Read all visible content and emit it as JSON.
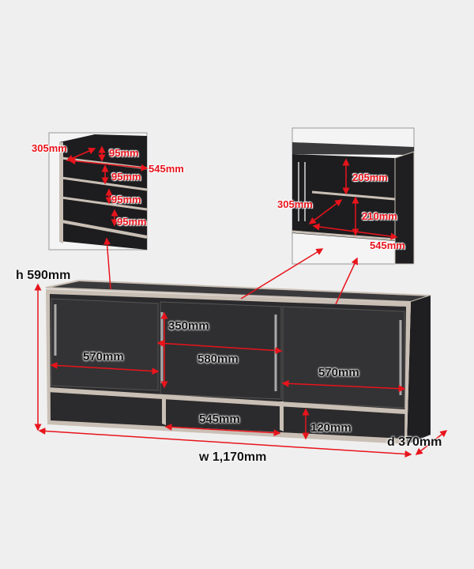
{
  "dimensions": {
    "height": "h 590mm",
    "width": "w 1,170mm",
    "depth": "d 370mm",
    "left_door_width": "570mm",
    "center_door_width": "580mm",
    "right_door_width": "570mm",
    "door_height": "350mm",
    "bottom_opening_width": "545mm",
    "bottom_opening_height": "120mm"
  },
  "left_inset": {
    "depth": "305mm",
    "width": "545mm",
    "shelf_gaps": [
      "95mm",
      "95mm",
      "95mm",
      "95mm"
    ]
  },
  "right_inset": {
    "depth": "305mm",
    "upper_height": "205mm",
    "lower_height": "210mm",
    "width": "545mm"
  },
  "colors": {
    "accent": "#e8141c",
    "cabinet": "#2a2a2c",
    "edge": "#c9bfb5"
  }
}
